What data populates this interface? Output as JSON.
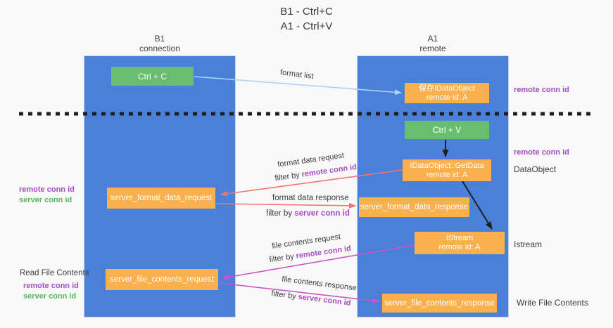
{
  "title": {
    "line1": "B1 - Ctrl+C",
    "line2": "A1 - Ctrl+V"
  },
  "columns": {
    "left": {
      "name": "B1",
      "role": "connection"
    },
    "right": {
      "name": "A1",
      "role": "remote"
    }
  },
  "nodes": {
    "ctrl_c": "Ctrl + C",
    "ctrl_v": "Ctrl + V",
    "save_dataobject": {
      "line1": "保存IDataObject",
      "line2": "remote id: A"
    },
    "getdata": {
      "line1": "IDataObject::GetData",
      "line2": "remote id: A"
    },
    "istream": {
      "line1": "IStream",
      "line2": "remote id: A"
    },
    "server_format_data_request": "server_format_data_request",
    "server_format_data_response": "server_format_data_response",
    "server_file_contents_request": "server_file_contents_request",
    "server_file_contents_response": "server_file_contents_response"
  },
  "flows": {
    "format_list": {
      "label": "format list"
    },
    "format_data_request": {
      "label": "format data request",
      "filter_prefix": "filter by ",
      "filter_key": "remote conn id"
    },
    "format_data_response": {
      "label": "format data response",
      "filter_prefix": "filter by ",
      "filter_key": "server conn id"
    },
    "file_contents_request": {
      "label": "file contents request",
      "filter_prefix": "filter by ",
      "filter_key": "remote conn id"
    },
    "file_contents_response": {
      "label": "file contents response",
      "filter_prefix": "filter by ",
      "filter_key": "server conn id"
    }
  },
  "annotations": {
    "remote_conn_top": "remote conn id",
    "remote_conn_mid": "remote conn id",
    "dataobject": "DataObject",
    "istream": "Istream",
    "write_file_contents": "Write File Contents",
    "read_file_contents": "Read File Contents",
    "format_remote_conn": "remote conn id",
    "format_server_conn": "server conn id",
    "file_remote_conn": "remote conn id",
    "file_server_conn": "server conn id"
  },
  "colors": {
    "background": "#f9f9f9",
    "column_blue": "#4a80d8",
    "node_green": "#69bd6e",
    "node_orange": "#fbb04e",
    "purple_text": "#a64cc8",
    "green_text": "#56b45f",
    "arrow_light_blue": "#a9d6f5",
    "arrow_salmon": "#f3756c",
    "arrow_magenta": "#cf52cc",
    "arrow_black": "#1f1f1f"
  }
}
